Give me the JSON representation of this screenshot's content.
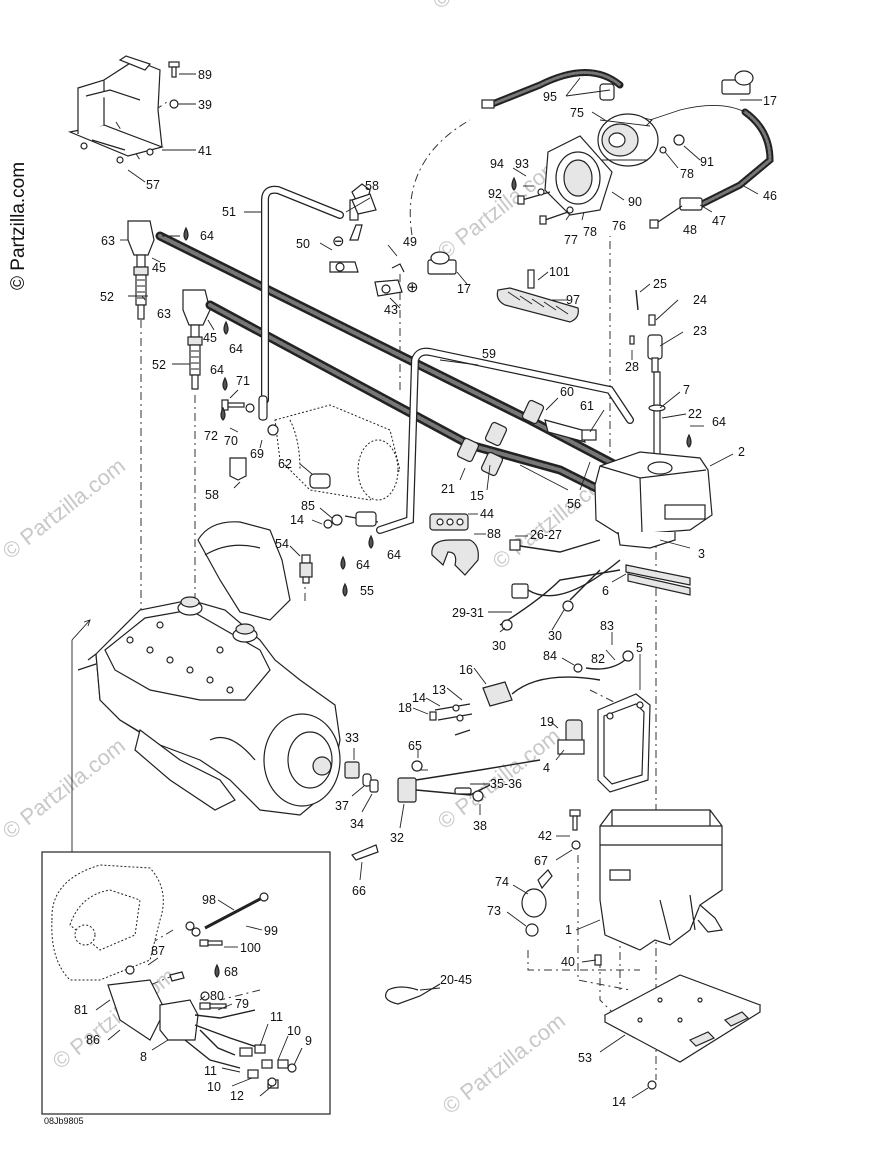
{
  "watermark": "© Partzilla.com",
  "drawing_code": "08Jb9805",
  "symbols": {
    "minus": "⊖",
    "plus": "⊕"
  },
  "callouts": {
    "c89": "89",
    "c39": "39",
    "c41": "41",
    "c57": "57",
    "c95": "95",
    "c17a": "17",
    "c75": "75",
    "c91": "91",
    "c94": "94",
    "c93": "93",
    "c92": "92",
    "c78a": "78",
    "c90": "90",
    "c46": "46",
    "c78b": "78",
    "c76": "76",
    "c77": "77",
    "c47": "47",
    "c48": "48",
    "c58a": "58",
    "c51": "51",
    "c63a": "63",
    "c64a": "64",
    "c45a": "45",
    "c50": "50",
    "c49": "49",
    "c17b": "17",
    "c43": "43",
    "c101": "101",
    "c97": "97",
    "c25": "25",
    "c24": "24",
    "c52a": "52",
    "c63b": "63",
    "c45b": "45",
    "c64b": "64",
    "c23": "23",
    "c52b": "52",
    "c28": "28",
    "c59": "59",
    "c64c": "64",
    "c71": "71",
    "c7": "7",
    "c60": "60",
    "c61": "61",
    "c22": "22",
    "c64d": "64",
    "c72": "72",
    "c70": "70",
    "c69": "69",
    "c2": "2",
    "c62": "62",
    "c58b": "58",
    "c21": "21",
    "c15": "15",
    "c56": "56",
    "c85": "85",
    "c14a": "14",
    "c44": "44",
    "c26_27": "26-27",
    "c88": "88",
    "c64e": "64",
    "c3": "3",
    "c54": "54",
    "c64f": "64",
    "c55": "55",
    "c6": "6",
    "c29_31": "29-31",
    "c30a": "30",
    "c30b": "30",
    "c83": "83",
    "c84": "84",
    "c82": "82",
    "c5": "5",
    "c16": "16",
    "c13": "13",
    "c14b": "14",
    "c18": "18",
    "c19": "19",
    "c33": "33",
    "c65": "65",
    "c4": "4",
    "c35_36": "35-36",
    "c37": "37",
    "c34": "34",
    "c32": "32",
    "c38": "38",
    "c42": "42",
    "c67": "67",
    "c66": "66",
    "c74": "74",
    "c73": "73",
    "c1": "1",
    "c98": "98",
    "c99": "99",
    "c100": "100",
    "c87": "87",
    "c68": "68",
    "c81": "81",
    "c80": "80",
    "c79": "79",
    "c11a": "11",
    "c10a": "10",
    "c9": "9",
    "c86": "86",
    "c8": "8",
    "c11b": "11",
    "c10b": "10",
    "c12": "12",
    "c20_45": "20-45",
    "c40": "40",
    "c53": "53",
    "c14c": "14"
  }
}
